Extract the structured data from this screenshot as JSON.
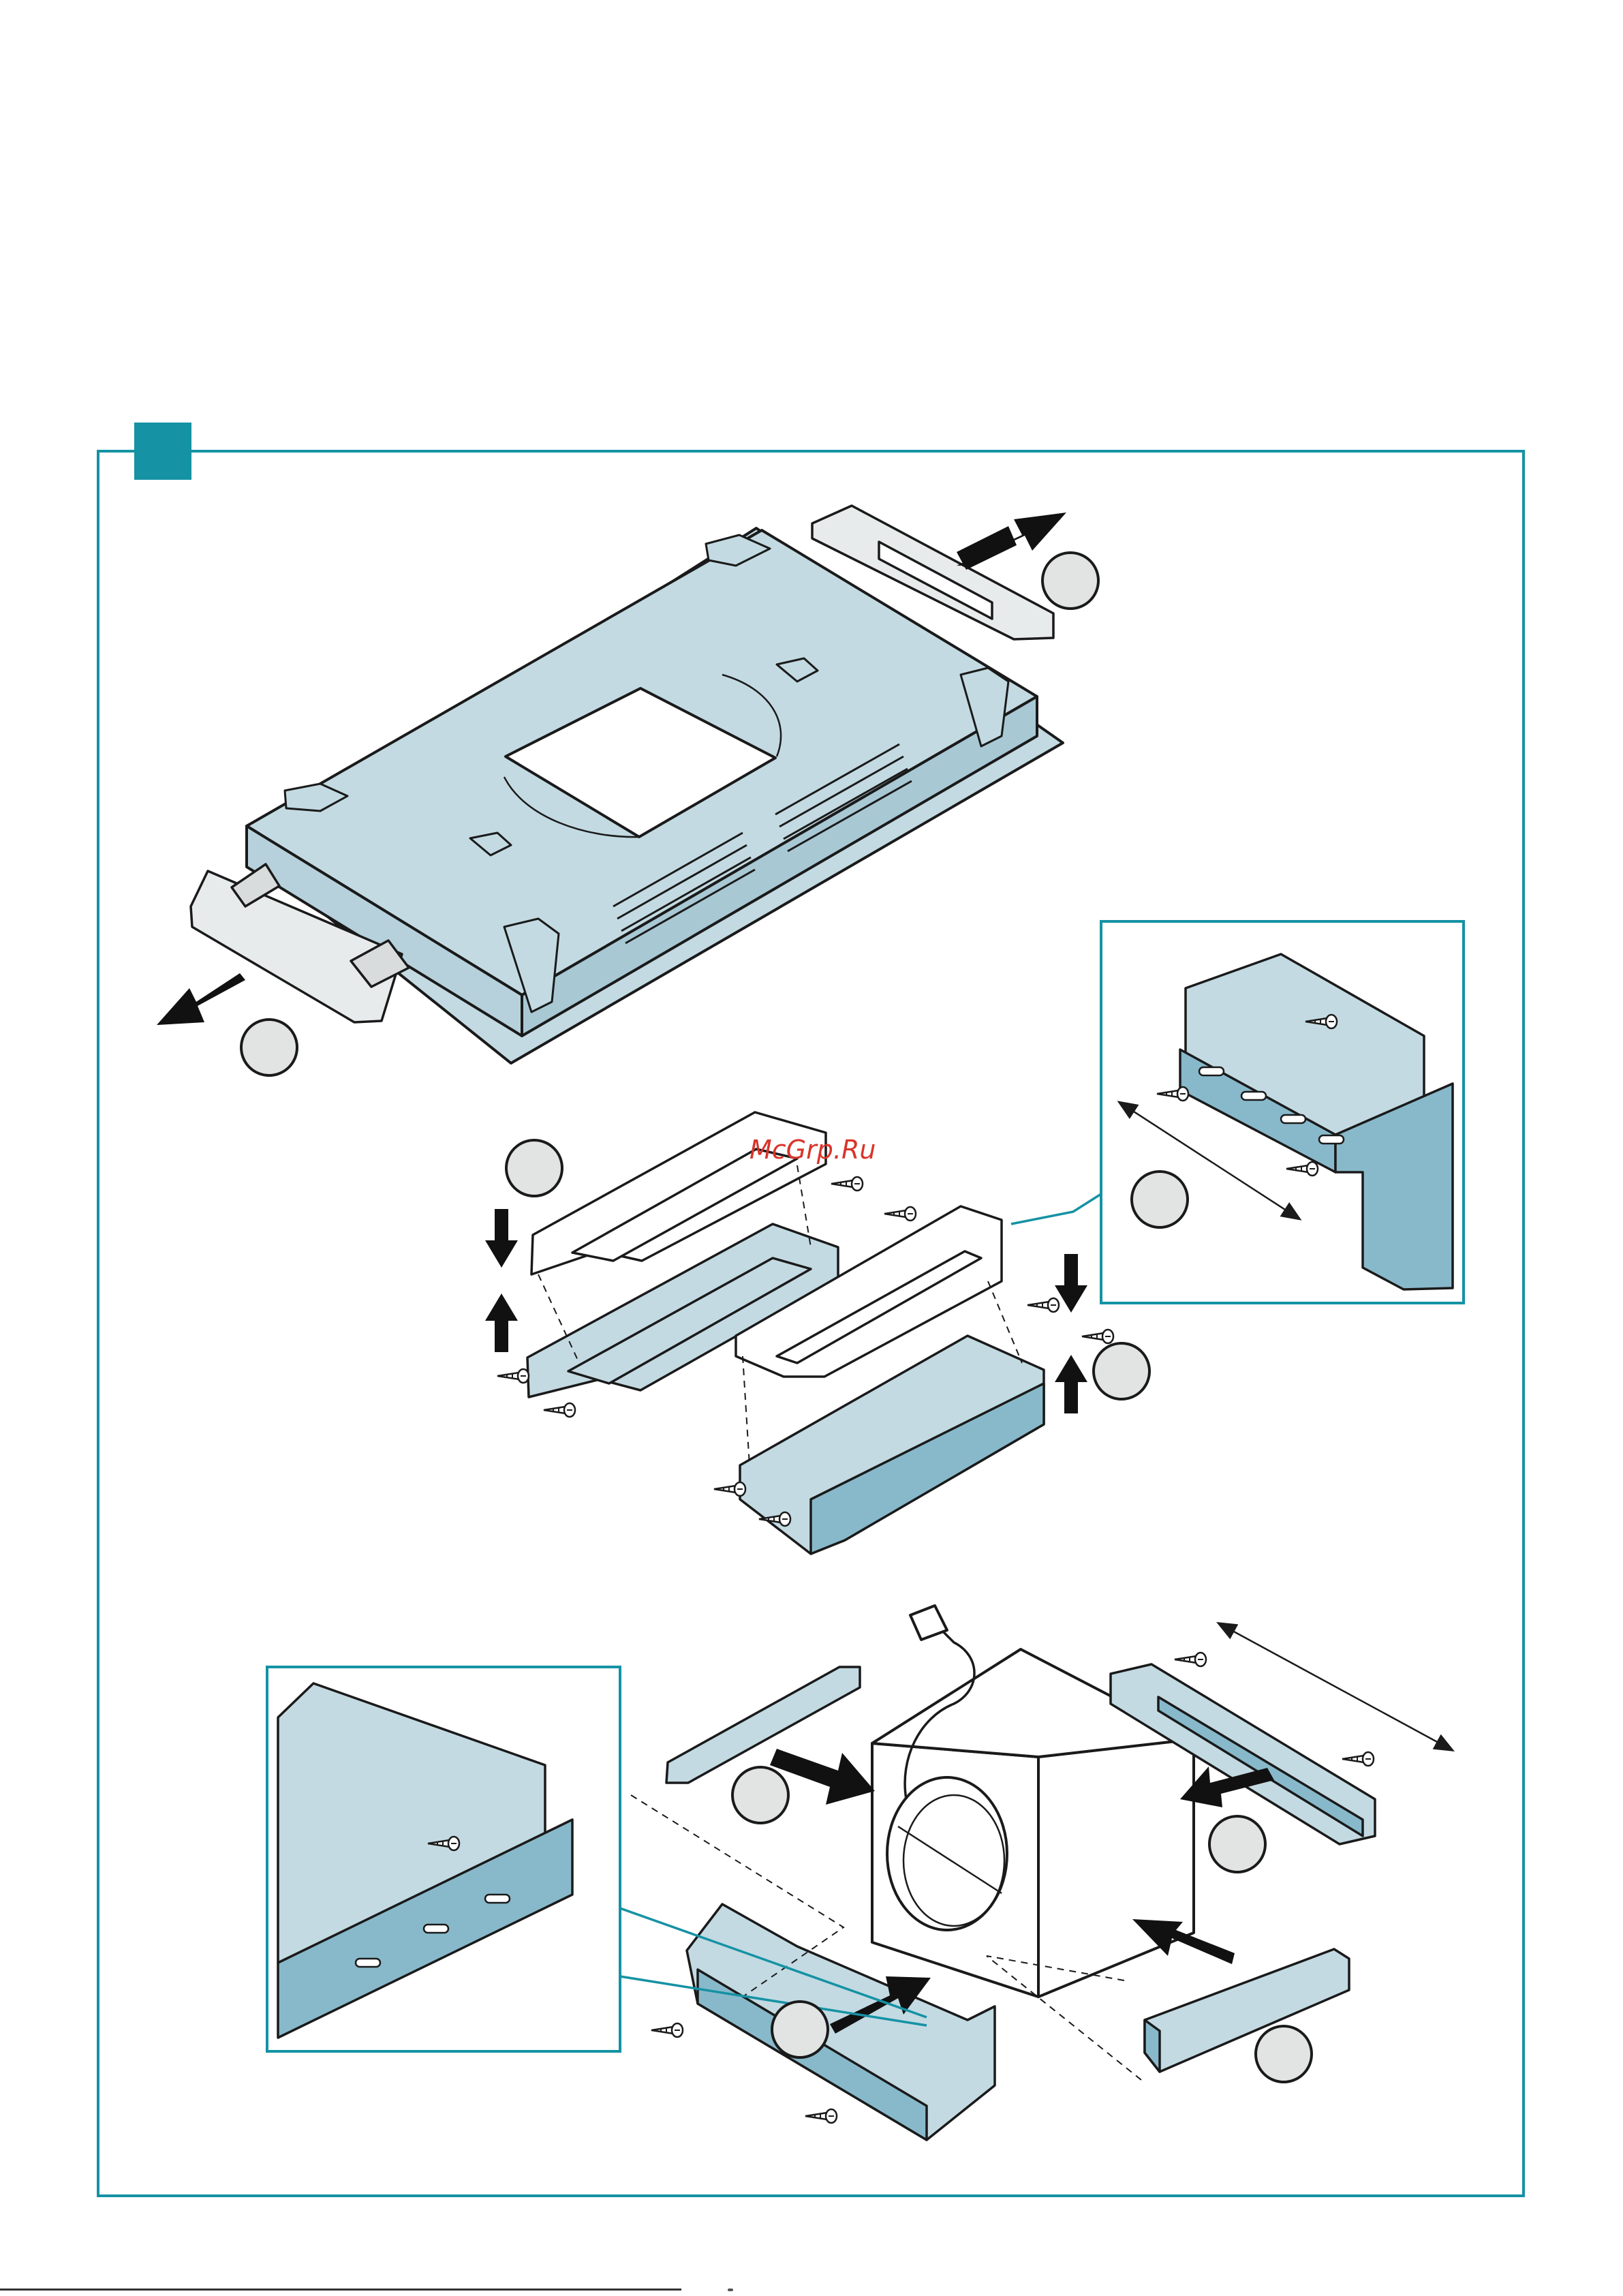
{
  "page": {
    "frame_color": "#1592a4",
    "part_fill": "#c3dae2",
    "part_fill_dark": "#88b9cb",
    "line_color": "#1a1a1a",
    "callout_fill": "#e2e3e3",
    "arrow_color": "#111111"
  },
  "watermark": {
    "text": "McGrp.Ru"
  },
  "step_marker": {
    "icon": "filled-square-marker"
  },
  "callouts": [
    {
      "name": "callout-circle-top-right"
    },
    {
      "name": "callout-circle-top-left"
    },
    {
      "name": "callout-circle-brackets-left"
    },
    {
      "name": "callout-circle-zoom-top"
    },
    {
      "name": "callout-circle-brackets-right"
    },
    {
      "name": "callout-circle-left-rail"
    },
    {
      "name": "callout-circle-right-rail"
    },
    {
      "name": "callout-circle-bottom-bracket"
    },
    {
      "name": "callout-circle-bottom-rail"
    }
  ]
}
